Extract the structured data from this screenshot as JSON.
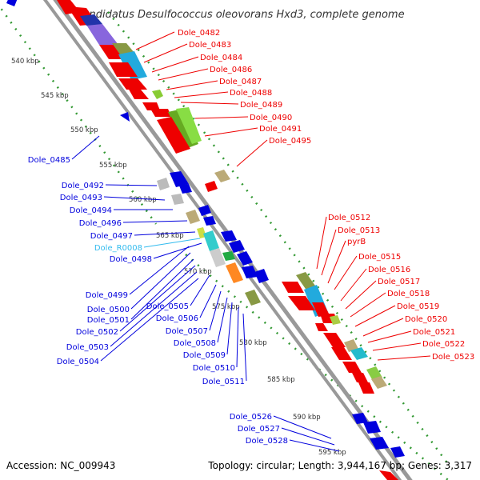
{
  "title": "Candidatus Desulfococcus oleovorans Hxd3, complete genome",
  "accession": "Accession: NC_009943",
  "topology": "Topology: circular; Length: 3,944,167 bp; Genes: 3,317",
  "colors": {
    "forward": "#ee0000",
    "reverse": "#0000dd",
    "rna": "#33bbee",
    "backbone": "#999999",
    "ruler": "#339933"
  },
  "kbp_labels": [
    "540 kbp",
    "545 kbp",
    "550 kbp",
    "555 kbp",
    "560 kbp",
    "565 kbp",
    "570 kbp",
    "575 kbp",
    "580 kbp",
    "585 kbp",
    "590 kbp",
    "595 kbp"
  ],
  "forward_genes": [
    "Dole_0482",
    "Dole_0483",
    "Dole_0484",
    "Dole_0486",
    "Dole_0487",
    "Dole_0488",
    "Dole_0489",
    "Dole_0490",
    "Dole_0491",
    "Dole_0495",
    "Dole_0512",
    "Dole_0513",
    "pyrB",
    "Dole_0515",
    "Dole_0516",
    "Dole_0517",
    "Dole_0518",
    "Dole_0519",
    "Dole_0520",
    "Dole_0521",
    "Dole_0522",
    "Dole_0523"
  ],
  "reverse_genes": [
    "Dole_0485",
    "Dole_0492",
    "Dole_0493",
    "Dole_0494",
    "Dole_0496",
    "Dole_0497",
    "Dole_R0008",
    "Dole_0498",
    "Dole_0499",
    "Dole_0500",
    "Dole_0501",
    "Dole_0502",
    "Dole_0503",
    "Dole_0504",
    "Dole_0505",
    "Dole_0506",
    "Dole_0507",
    "Dole_0508",
    "Dole_0509",
    "Dole_0510",
    "Dole_0511",
    "Dole_0526",
    "Dole_0527",
    "Dole_0528"
  ]
}
